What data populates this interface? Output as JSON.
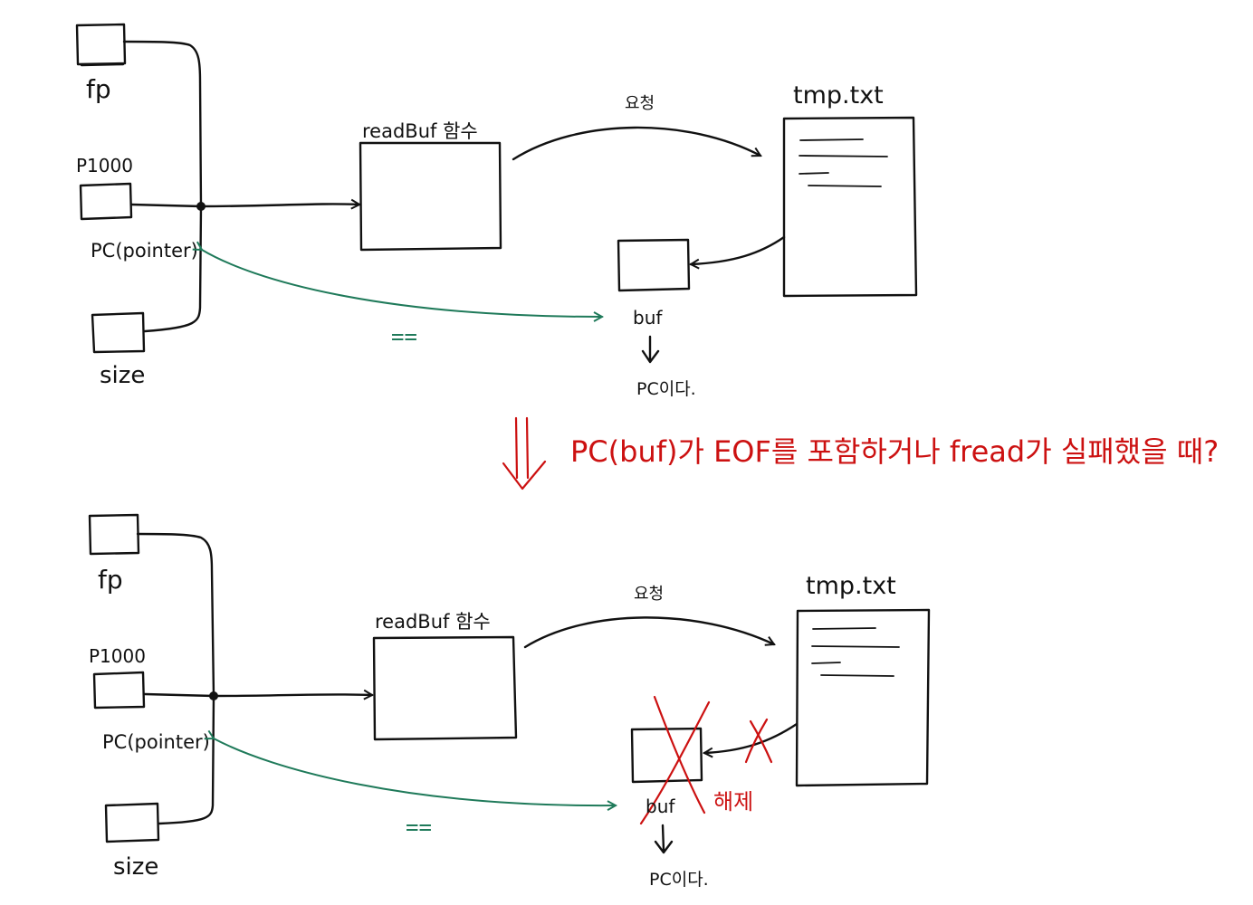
{
  "colors": {
    "ink": "#111111",
    "green": "#1f7a5a",
    "red": "#cc1111"
  },
  "top": {
    "fp": "fp",
    "p1000": "P1000",
    "pc": "PC(pointer)",
    "size": "size",
    "func": "readBuf 함수",
    "request": "요청",
    "file": "tmp.txt",
    "buf": "buf",
    "pc_note": "PC이다.",
    "eq": "=="
  },
  "transition": "PC(buf)가 EOF를 포함하거나 fread가 실패했을 때?",
  "bottom": {
    "fp": "fp",
    "p1000": "P1000",
    "pc": "PC(pointer)",
    "size": "size",
    "func": "readBuf 함수",
    "request": "요청",
    "file": "tmp.txt",
    "buf": "buf",
    "pc_note": "PC이다.",
    "eq": "==",
    "free": "해제"
  }
}
